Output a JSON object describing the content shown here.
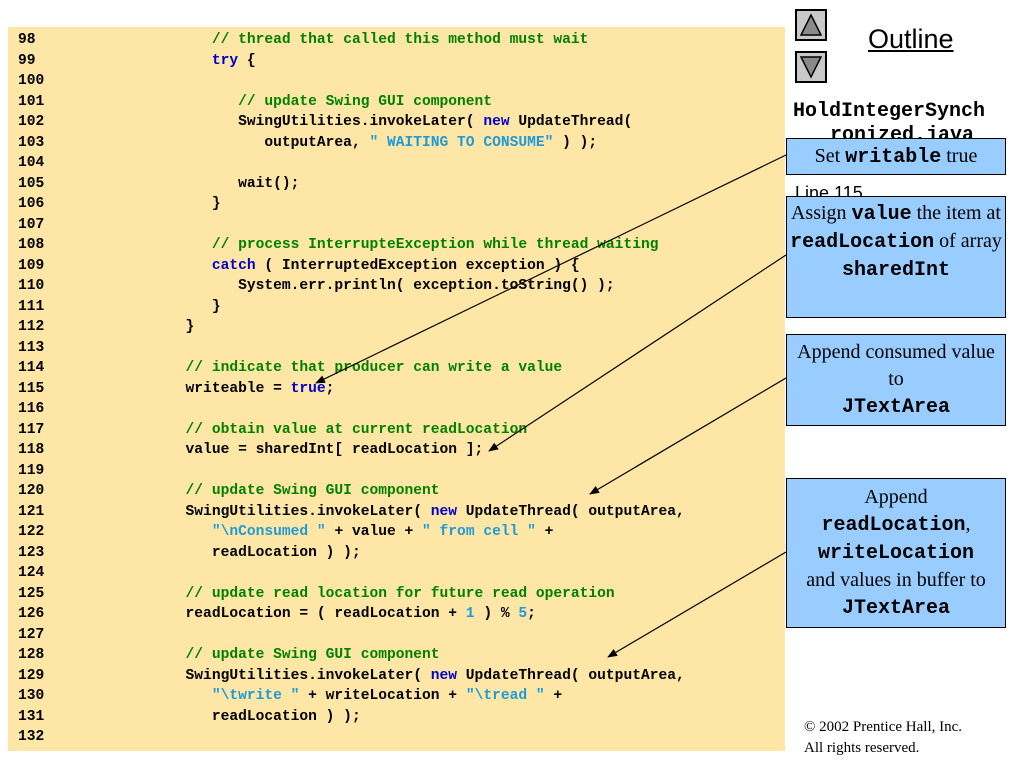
{
  "code": {
    "lines": [
      {
        "num": "98",
        "parts": [
          {
            "t": "         ",
            "c": ""
          },
          {
            "t": "// thread that called this method must wait",
            "c": "cm"
          }
        ]
      },
      {
        "num": "99",
        "parts": [
          {
            "t": "         ",
            "c": ""
          },
          {
            "t": "try",
            "c": "kw"
          },
          {
            "t": " {",
            "c": ""
          }
        ]
      },
      {
        "num": "100",
        "parts": []
      },
      {
        "num": "101",
        "parts": [
          {
            "t": "            ",
            "c": ""
          },
          {
            "t": "// update Swing GUI component",
            "c": "cm"
          }
        ]
      },
      {
        "num": "102",
        "parts": [
          {
            "t": "            SwingUtilities.invokeLater( ",
            "c": ""
          },
          {
            "t": "new",
            "c": "kw"
          },
          {
            "t": " UpdateThread(",
            "c": ""
          }
        ]
      },
      {
        "num": "103",
        "parts": [
          {
            "t": "               outputArea, ",
            "c": ""
          },
          {
            "t": "\" WAITING TO CONSUME\"",
            "c": "st"
          },
          {
            "t": " ) );",
            "c": ""
          }
        ]
      },
      {
        "num": "104",
        "parts": []
      },
      {
        "num": "105",
        "parts": [
          {
            "t": "            wait();",
            "c": ""
          }
        ]
      },
      {
        "num": "106",
        "parts": [
          {
            "t": "         }",
            "c": ""
          }
        ]
      },
      {
        "num": "107",
        "parts": []
      },
      {
        "num": "108",
        "parts": [
          {
            "t": "         ",
            "c": ""
          },
          {
            "t": "// process InterrupteException while thread waiting",
            "c": "cm"
          }
        ]
      },
      {
        "num": "109",
        "parts": [
          {
            "t": "         ",
            "c": ""
          },
          {
            "t": "catch",
            "c": "kw"
          },
          {
            "t": " ( InterruptedException exception ) {",
            "c": ""
          }
        ]
      },
      {
        "num": "110",
        "parts": [
          {
            "t": "            System.err.println( exception.toString() );",
            "c": ""
          }
        ]
      },
      {
        "num": "111",
        "parts": [
          {
            "t": "         }",
            "c": ""
          }
        ]
      },
      {
        "num": "112",
        "parts": [
          {
            "t": "      }",
            "c": ""
          }
        ]
      },
      {
        "num": "113",
        "parts": []
      },
      {
        "num": "114",
        "parts": [
          {
            "t": "      ",
            "c": ""
          },
          {
            "t": "// indicate that producer can write a value",
            "c": "cm"
          }
        ]
      },
      {
        "num": "115",
        "parts": [
          {
            "t": "      writeable = ",
            "c": ""
          },
          {
            "t": "true",
            "c": "kw"
          },
          {
            "t": ";",
            "c": ""
          }
        ]
      },
      {
        "num": "116",
        "parts": []
      },
      {
        "num": "117",
        "parts": [
          {
            "t": "      ",
            "c": ""
          },
          {
            "t": "// obtain value at current readLocation",
            "c": "cm"
          }
        ]
      },
      {
        "num": "118",
        "parts": [
          {
            "t": "      value = sharedInt[ readLocation ];",
            "c": ""
          }
        ]
      },
      {
        "num": "119",
        "parts": []
      },
      {
        "num": "120",
        "parts": [
          {
            "t": "      ",
            "c": ""
          },
          {
            "t": "// update Swing GUI component",
            "c": "cm"
          }
        ]
      },
      {
        "num": "121",
        "parts": [
          {
            "t": "      SwingUtilities.invokeLater( ",
            "c": ""
          },
          {
            "t": "new",
            "c": "kw"
          },
          {
            "t": " UpdateThread( outputArea,",
            "c": ""
          }
        ]
      },
      {
        "num": "122",
        "parts": [
          {
            "t": "         ",
            "c": ""
          },
          {
            "t": "\"\\nConsumed \"",
            "c": "st"
          },
          {
            "t": " + value + ",
            "c": ""
          },
          {
            "t": "\" from cell \"",
            "c": "st"
          },
          {
            "t": " +",
            "c": ""
          }
        ]
      },
      {
        "num": "123",
        "parts": [
          {
            "t": "         readLocation ) );",
            "c": ""
          }
        ]
      },
      {
        "num": "124",
        "parts": []
      },
      {
        "num": "125",
        "parts": [
          {
            "t": "      ",
            "c": ""
          },
          {
            "t": "// update read location for future read operation",
            "c": "cm"
          }
        ]
      },
      {
        "num": "126",
        "parts": [
          {
            "t": "      readLocation = ( readLocation + ",
            "c": ""
          },
          {
            "t": "1",
            "c": "st"
          },
          {
            "t": " ) % ",
            "c": ""
          },
          {
            "t": "5",
            "c": "st"
          },
          {
            "t": ";",
            "c": ""
          }
        ]
      },
      {
        "num": "127",
        "parts": []
      },
      {
        "num": "128",
        "parts": [
          {
            "t": "      ",
            "c": ""
          },
          {
            "t": "// update Swing GUI component",
            "c": "cm"
          }
        ]
      },
      {
        "num": "129",
        "parts": [
          {
            "t": "      SwingUtilities.invokeLater( ",
            "c": ""
          },
          {
            "t": "new",
            "c": "kw"
          },
          {
            "t": " UpdateThread( outputArea,",
            "c": ""
          }
        ]
      },
      {
        "num": "130",
        "parts": [
          {
            "t": "         ",
            "c": ""
          },
          {
            "t": "\"\\twrite \"",
            "c": "st"
          },
          {
            "t": " + writeLocation + ",
            "c": ""
          },
          {
            "t": "\"\\tread \"",
            "c": "st"
          },
          {
            "t": " +",
            "c": ""
          }
        ]
      },
      {
        "num": "131",
        "parts": [
          {
            "t": "         readLocation ) );",
            "c": ""
          }
        ]
      },
      {
        "num": "132",
        "parts": []
      }
    ]
  },
  "sidebar": {
    "outline_label": "Outline",
    "file_name_line1": "HoldIntegerSynch",
    "file_name_line2": "ronized.java",
    "line_ref": "Line 115"
  },
  "callouts": {
    "c1": {
      "a": "Set ",
      "b": "writable",
      "c": " true"
    },
    "c2": {
      "a": "Assign ",
      "b": "value",
      "c": " the item at",
      "d": "readLocation",
      "e": " of array ",
      "f": "sharedInt"
    },
    "c3": {
      "a": "Append consumed value to",
      "b": "JTextArea"
    },
    "c4": {
      "a": "Append",
      "b": "readLocation",
      "c": ",",
      "d": "writeLocation",
      "e": "and values in buffer to ",
      "f": "JTextArea"
    }
  },
  "footer": {
    "copyright_line1": "© 2002 Prentice Hall, Inc.",
    "copyright_line2": "All rights reserved."
  },
  "colors": {
    "code_background": "#fde6a6",
    "comment": "#008000",
    "keyword": "#0000cc",
    "string": "#1e9bd7",
    "callout_fill": "#99ccff"
  },
  "icons": [
    "up-triangle-icon",
    "down-triangle-icon"
  ]
}
